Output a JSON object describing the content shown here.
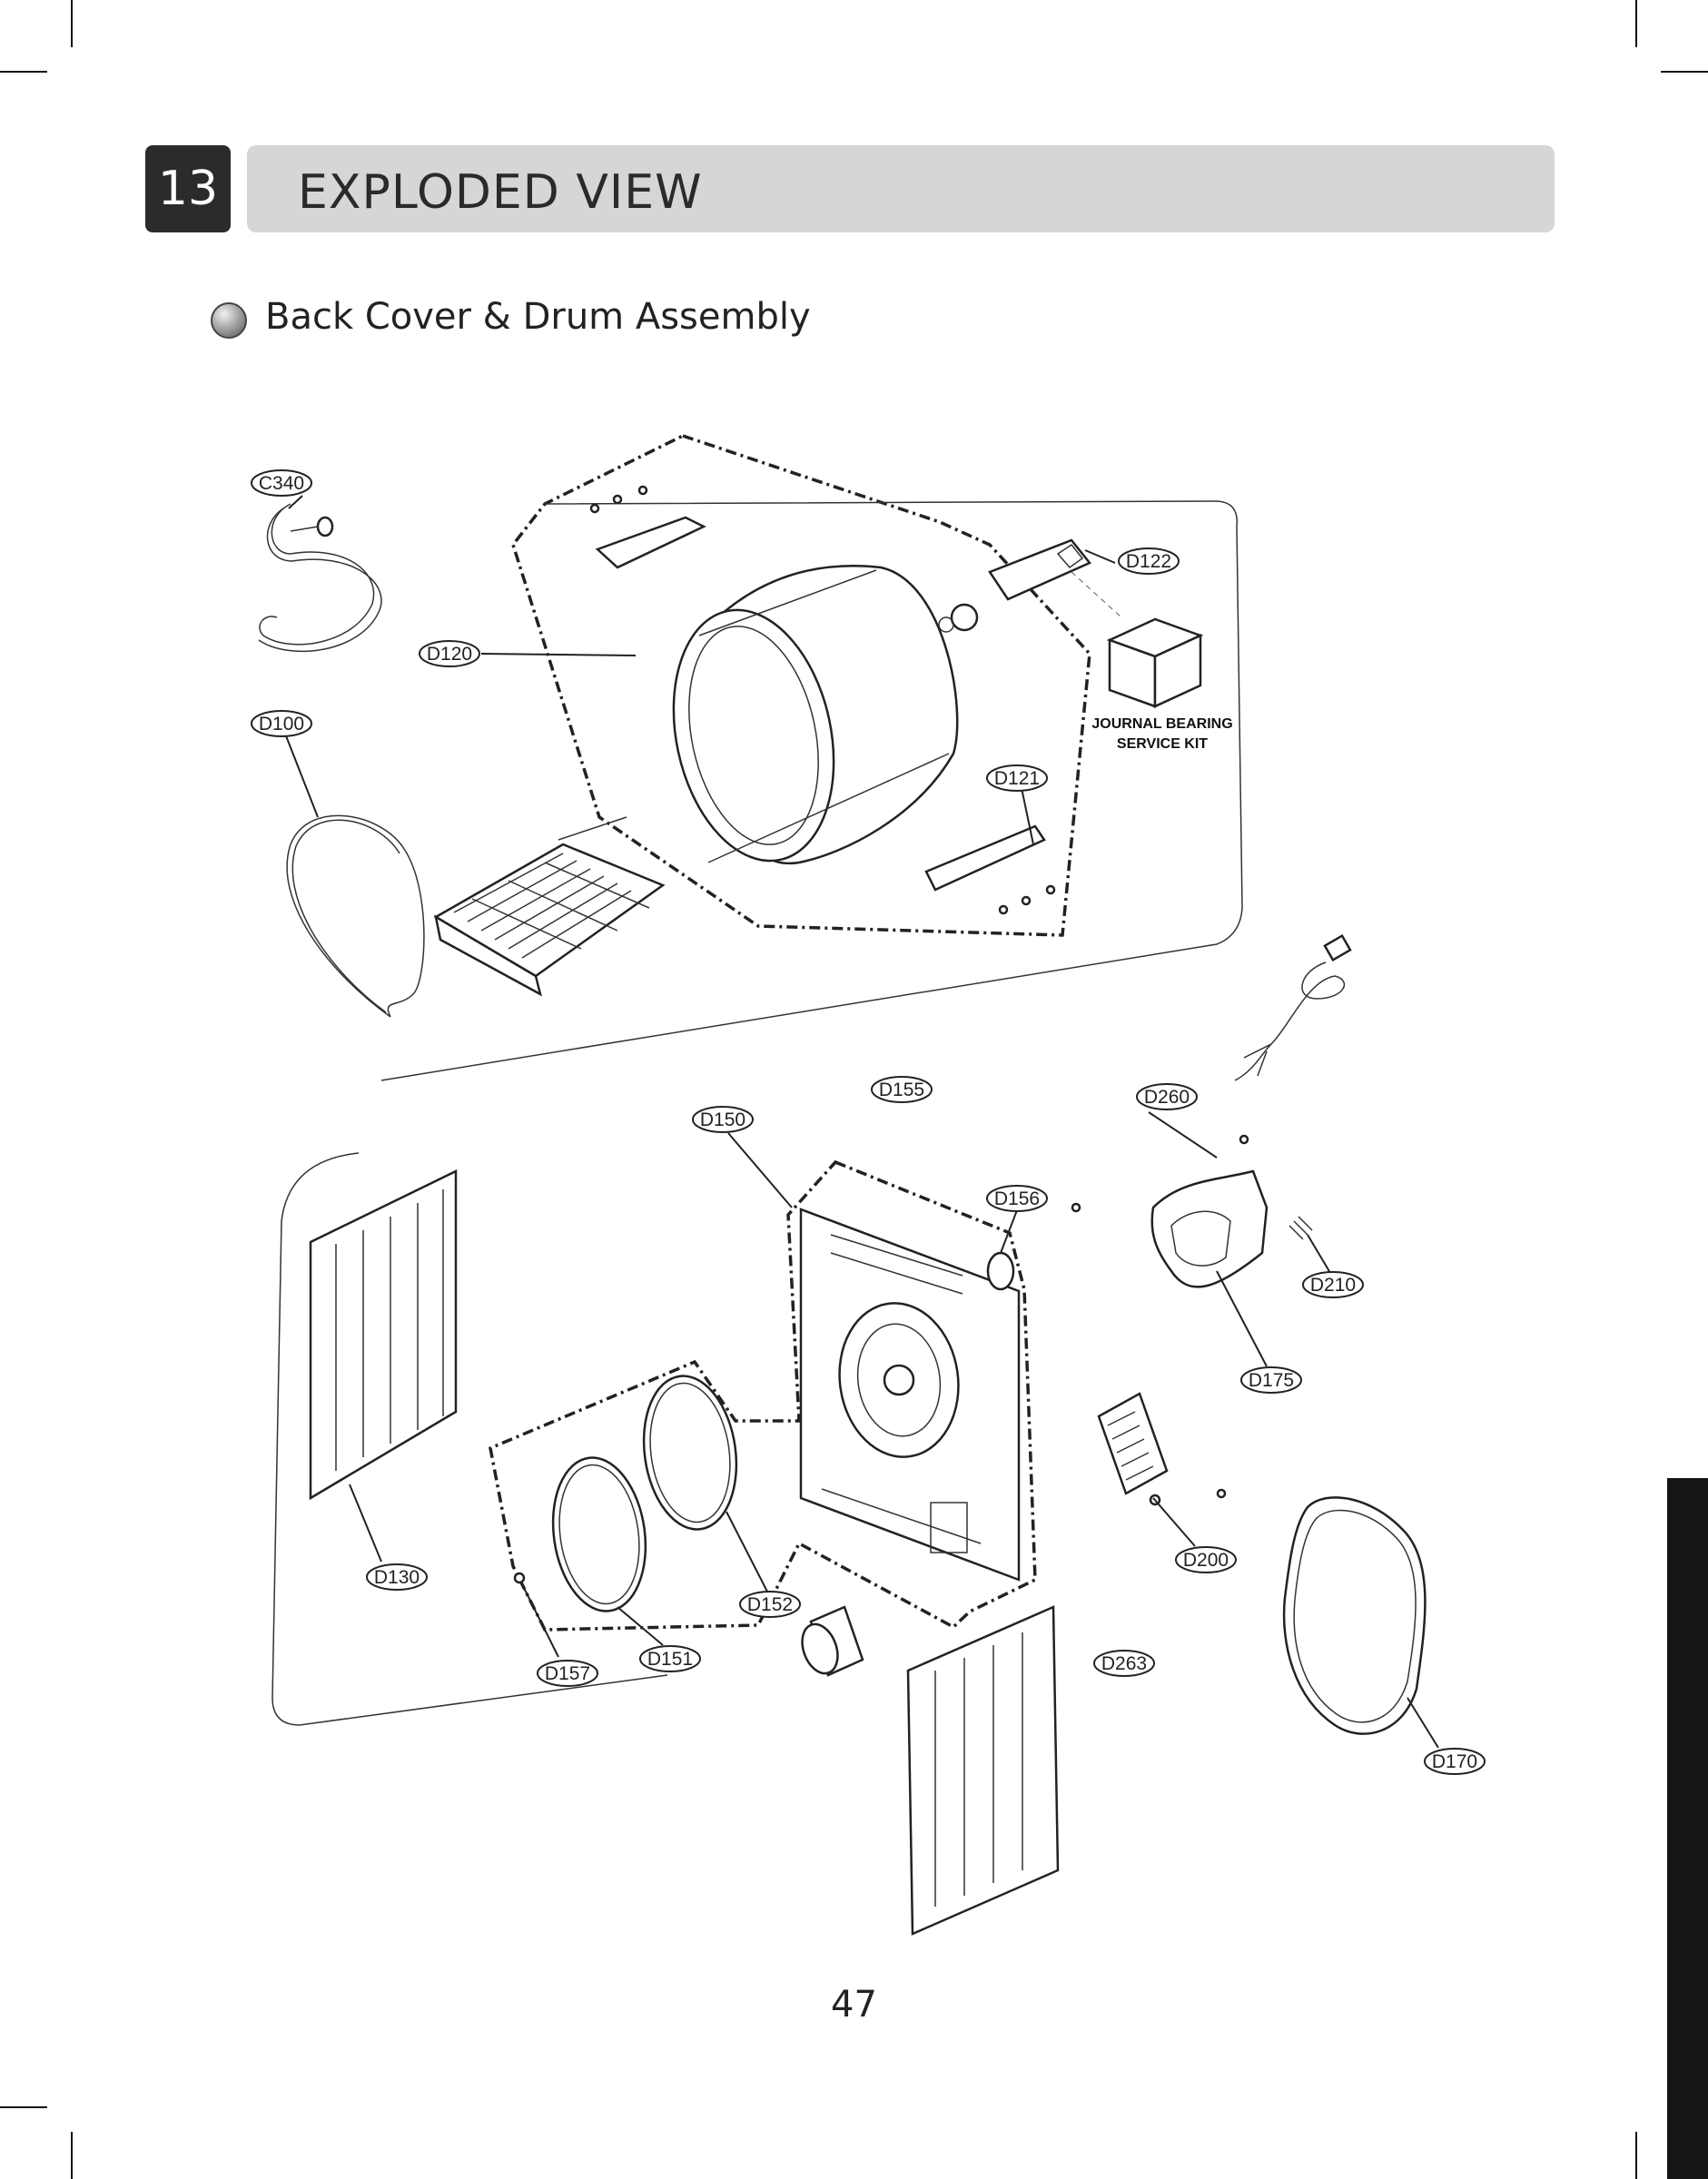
{
  "header": {
    "section_number": "13",
    "title": "EXPLODED VIEW"
  },
  "subtitle": "Back Cover & Drum Assembly",
  "diagram": {
    "callouts": [
      "C340",
      "D122",
      "D120",
      "D100",
      "D121",
      "D155",
      "D260",
      "D150",
      "D156",
      "D210",
      "D175",
      "D200",
      "D130",
      "D152",
      "D151",
      "D157",
      "D263",
      "D170"
    ],
    "kit_label_line1": "JOURNAL BEARING",
    "kit_label_line2": "SERVICE KIT"
  },
  "page_number": "47"
}
